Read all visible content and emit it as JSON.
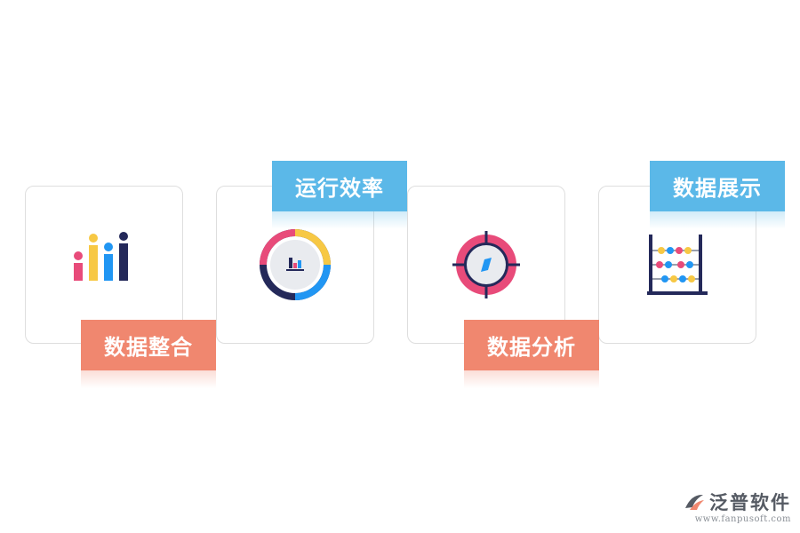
{
  "features": [
    {
      "label": "数据整合",
      "icon": "bar-chart-people-icon",
      "tag_color": "#f0876f"
    },
    {
      "label": "运行效率",
      "icon": "donut-chart-icon",
      "tag_color": "#5bb8e8"
    },
    {
      "label": "数据分析",
      "icon": "target-compass-icon",
      "tag_color": "#f0876f"
    },
    {
      "label": "数据展示",
      "icon": "abacus-icon",
      "tag_color": "#5bb8e8"
    }
  ],
  "brand": {
    "name": "泛普软件",
    "url": "www.fanpusoft.com"
  },
  "colors": {
    "pink": "#e84b7a",
    "yellow": "#f7c844",
    "blue": "#2196f3",
    "navy": "#24295a"
  }
}
